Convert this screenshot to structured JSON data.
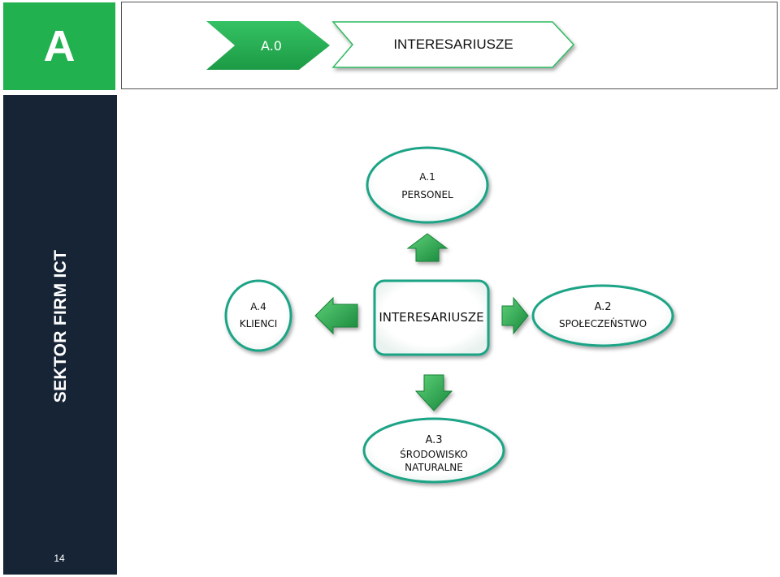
{
  "header": {
    "badge_letter": "A",
    "crumb_code": "A.0",
    "crumb_title": "INTERESARIUSZE"
  },
  "sidebar": {
    "title": "SEKTOR FIRM ICT",
    "page_number": "14"
  },
  "diagram": {
    "center": "INTERESARIUSZE",
    "nodes": {
      "top": {
        "code": "A.1",
        "name": "PERSONEL"
      },
      "right": {
        "code": "A.2",
        "name": "SPOŁECZEŃSTWO"
      },
      "bottom": {
        "code": "A.3",
        "name_line1": "ŚRODOWISKO",
        "name_line2": "NATURALNE"
      },
      "left": {
        "code": "A.4",
        "name": "KLIENCI"
      }
    }
  },
  "colors": {
    "brand_green": "#21b14f",
    "sidebar_navy": "#172436",
    "node_border": "#1fa486",
    "arrow_green": "#1fa24a"
  }
}
